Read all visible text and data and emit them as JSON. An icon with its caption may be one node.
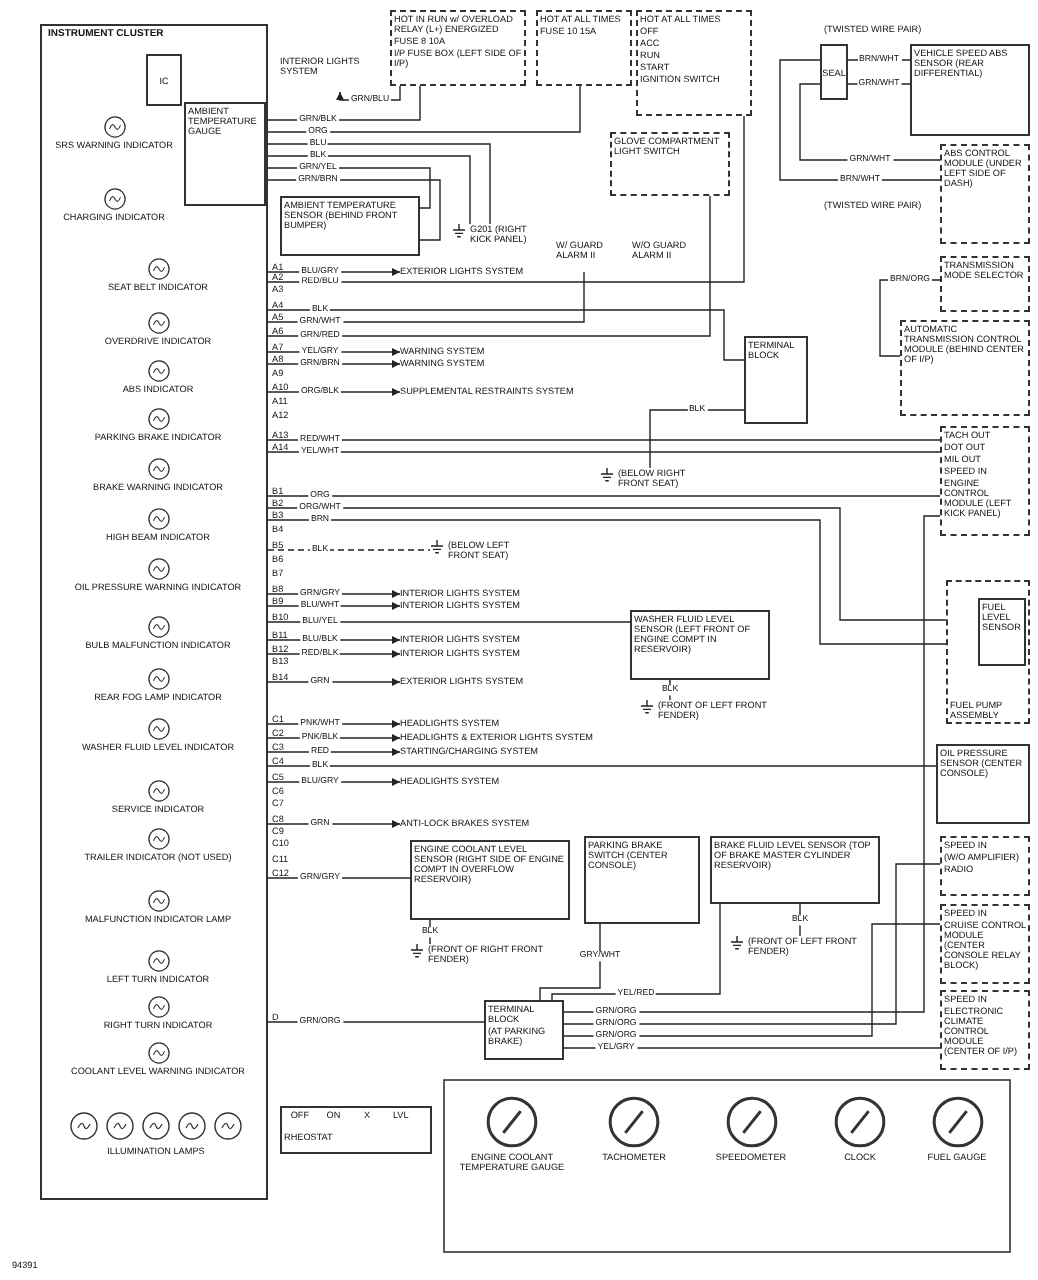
{
  "diagram": {
    "nodes": [
      {
        "text": [
          "INSTRUMENT CLUSTER"
        ]
      },
      {
        "text": [
          "IC"
        ],
        "in": 0
      },
      {
        "text": [
          "SRS WARNING INDICATOR"
        ],
        "in": 0
      },
      {
        "text": [
          "CHARGING INDICATOR"
        ],
        "in": 0
      },
      {
        "text": [
          "AMBIENT TEMPERATURE GAUGE"
        ],
        "in": 0
      },
      {
        "text": [
          "SEAT BELT INDICATOR"
        ],
        "in": 0
      },
      {
        "text": [
          "OVERDRIVE INDICATOR"
        ],
        "in": 0
      },
      {
        "text": [
          "ABS INDICATOR"
        ],
        "in": 0
      },
      {
        "text": [
          "PARKING BRAKE INDICATOR"
        ],
        "in": 0
      },
      {
        "text": [
          "BRAKE WARNING INDICATOR"
        ],
        "in": 0
      },
      {
        "text": [
          "HIGH BEAM INDICATOR"
        ],
        "in": 0
      },
      {
        "text": [
          "OIL PRESSURE WARNING INDICATOR"
        ],
        "in": 0
      },
      {
        "text": [
          "BULB MALFUNCTION INDICATOR"
        ],
        "in": 0
      },
      {
        "text": [
          "REAR FOG LAMP INDICATOR"
        ],
        "in": 0
      },
      {
        "text": [
          "WASHER FLUID LEVEL INDICATOR"
        ],
        "in": 0
      },
      {
        "text": [
          "SERVICE INDICATOR"
        ],
        "in": 0
      },
      {
        "text": [
          "TRAILER INDICATOR (NOT USED)"
        ],
        "in": 0
      },
      {
        "text": [
          "MALFUNCTION INDICATOR LAMP"
        ],
        "in": 0
      },
      {
        "text": [
          "LEFT TURN INDICATOR"
        ],
        "in": 0
      },
      {
        "text": [
          "RIGHT TURN INDICATOR"
        ],
        "in": 0
      },
      {
        "text": [
          "COOLANT LEVEL WARNING INDICATOR"
        ],
        "in": 0
      },
      {
        "text": [
          "ILLUMINATION LAMPS"
        ],
        "in": 0
      },
      {
        "text": [
          "OFF",
          "ON",
          "X",
          "LVL",
          "RHEOSTAT"
        ]
      },
      {
        "text": [
          "HOT IN RUN w/ OVERLOAD RELAY (L+) ENERGIZED",
          "FUSE 8 10A",
          "I/P FUSE BOX (LEFT SIDE OF I/P)"
        ]
      },
      {
        "text": [
          "HOT AT ALL TIMES",
          "FUSE 10 15A"
        ]
      },
      {
        "text": [
          "HOT AT ALL TIMES",
          "OFF",
          "ACC",
          "RUN",
          "START",
          "IGNITION SWITCH"
        ]
      },
      {
        "text": [
          "INTERIOR LIGHTS SYSTEM"
        ]
      },
      {
        "text": [
          "AMBIENT TEMPERATURE SENSOR (BEHIND FRONT BUMPER)"
        ]
      },
      {
        "text": [
          "G201 (RIGHT KICK PANEL)"
        ]
      },
      {
        "text": [
          "GLOVE COMPARTMENT LIGHT SWITCH"
        ]
      },
      {
        "text": [
          "W/ GUARD ALARM II"
        ]
      },
      {
        "text": [
          "W/O GUARD ALARM II"
        ]
      },
      {
        "text": [
          "SEAL"
        ]
      },
      {
        "text": [
          "VEHICLE SPEED ABS SENSOR (REAR DIFFERENTIAL)"
        ]
      },
      {
        "text": [
          "ABS CONTROL MODULE (UNDER LEFT SIDE OF DASH)"
        ]
      },
      {
        "text": [
          "TRANSMISSION MODE SELECTOR"
        ]
      },
      {
        "text": [
          "AUTOMATIC TRANSMISSION CONTROL MODULE (BEHIND CENTER OF I/P)"
        ]
      },
      {
        "text": [
          "TERMINAL BLOCK"
        ]
      },
      {
        "text": [
          "(BELOW RIGHT FRONT SEAT)"
        ]
      },
      {
        "text": [
          "TACH OUT",
          "DOT OUT",
          "MIL OUT",
          "SPEED IN",
          "ENGINE CONTROL MODULE (LEFT KICK PANEL)"
        ]
      },
      {
        "text": [
          "WASHER FLUID LEVEL SENSOR (LEFT FRONT OF ENGINE COMPT IN RESERVOIR)"
        ]
      },
      {
        "text": [
          "(FRONT OF LEFT FRONT FENDER)"
        ]
      },
      {
        "text": [
          "FUEL PUMP ASSEMBLY"
        ]
      },
      {
        "text": [
          "FUEL LEVEL SENSOR"
        ],
        "in": 42
      },
      {
        "text": [
          "OIL PRESSURE SENSOR (CENTER CONSOLE)"
        ]
      },
      {
        "text": [
          "SPEED IN",
          "(W/O AMPLIFIER)",
          "RADIO"
        ]
      },
      {
        "text": [
          "SPEED IN",
          "CRUISE CONTROL MODULE (CENTER CONSOLE RELAY BLOCK)"
        ]
      },
      {
        "text": [
          "SPEED IN",
          "ELECTRONIC CLIMATE CONTROL MODULE (CENTER OF I/P)"
        ]
      },
      {
        "text": [
          "ENGINE COOLANT LEVEL SENSOR (RIGHT SIDE OF ENGINE COMPT IN OVERFLOW RESERVOIR)"
        ]
      },
      {
        "text": [
          "PARKING BRAKE SWITCH (CENTER CONSOLE)"
        ]
      },
      {
        "text": [
          "BRAKE FLUID LEVEL SENSOR (TOP OF BRAKE MASTER CYLINDER RESERVOIR)"
        ]
      },
      {
        "text": [
          "(FRONT OF RIGHT FRONT FENDER)"
        ]
      },
      {
        "text": [
          "(FRONT OF LEFT FRONT FENDER)"
        ]
      },
      {
        "text": [
          "TERMINAL BLOCK",
          "(AT PARKING BRAKE)"
        ]
      },
      {
        "text": [
          "(BELOW LEFT FRONT SEAT)"
        ]
      },
      {
        "text": [
          "ENGINE COOLANT TEMPERATURE GAUGE"
        ]
      },
      {
        "text": [
          "TACHOMETER"
        ]
      },
      {
        "text": [
          "SPEEDOMETER"
        ]
      },
      {
        "text": [
          "CLOCK"
        ]
      },
      {
        "text": [
          "FUEL GAUGE"
        ]
      },
      {
        "text": [
          "EXTERIOR LIGHTS SYSTEM"
        ]
      },
      {
        "text": [
          "WARNING SYSTEM"
        ]
      },
      {
        "text": [
          "WARNING SYSTEM"
        ]
      },
      {
        "text": [
          "SUPPLEMENTAL RESTRAINTS SYSTEM"
        ]
      },
      {
        "text": [
          "INTERIOR LIGHTS SYSTEM"
        ]
      },
      {
        "text": [
          "INTERIOR LIGHTS SYSTEM"
        ]
      },
      {
        "text": [
          "INTERIOR LIGHTS SYSTEM"
        ]
      },
      {
        "text": [
          "INTERIOR LIGHTS SYSTEM"
        ]
      },
      {
        "text": [
          "EXTERIOR LIGHTS SYSTEM"
        ]
      },
      {
        "text": [
          "HEADLIGHTS SYSTEM"
        ]
      },
      {
        "text": [
          "HEADLIGHTS & EXTERIOR LIGHTS SYSTEM"
        ]
      },
      {
        "text": [
          "STARTING/CHARGING SYSTEM"
        ]
      },
      {
        "text": [
          "HEADLIGHTS SYSTEM"
        ]
      },
      {
        "text": [
          "ANTI-LOCK BRAKES SYSTEM"
        ]
      }
    ],
    "edges": [
      {
        "from": 4,
        "to": 23,
        "arrow": "none",
        "label": "GRN/BLK"
      },
      {
        "from": 23,
        "to": 26,
        "arrow": "to",
        "label": "GRN/BLU"
      },
      {
        "from": 4,
        "to": 24,
        "arrow": "none",
        "label": "ORG"
      },
      {
        "from": 4,
        "to": 28,
        "arrow": "none",
        "label": "BLU"
      },
      {
        "from": 4,
        "to": 28,
        "arrow": "none",
        "label": "BLK"
      },
      {
        "from": 4,
        "to": 27,
        "arrow": "none",
        "label": "GRN/YEL"
      },
      {
        "from": 4,
        "to": 27,
        "arrow": "none",
        "label": "GRN/BRN"
      },
      {
        "from": 0,
        "to": 25,
        "arrow": "none",
        "label": "RED/BLU"
      },
      {
        "from": 0,
        "to": 60,
        "arrow": "to",
        "label": "BLU/GRY"
      },
      {
        "from": 0,
        "to": 37,
        "arrow": "none",
        "label": "BLK"
      },
      {
        "from": 0,
        "to": 30,
        "arrow": "none",
        "label": "GRN/WHT"
      },
      {
        "from": 0,
        "to": 29,
        "arrow": "none",
        "label": "GRN/RED"
      },
      {
        "from": 0,
        "to": 61,
        "arrow": "to",
        "label": "YEL/GRY"
      },
      {
        "from": 0,
        "to": 62,
        "arrow": "to",
        "label": "GRN/BRN"
      },
      {
        "from": 0,
        "to": 63,
        "arrow": "to",
        "label": "ORG/BLK"
      },
      {
        "from": 0,
        "to": 39,
        "arrow": "none",
        "label": "RED/WHT"
      },
      {
        "from": 0,
        "to": 39,
        "arrow": "none",
        "label": "YEL/WHT"
      },
      {
        "from": 0,
        "to": 39,
        "arrow": "none",
        "label": "ORG"
      },
      {
        "from": 0,
        "to": 43,
        "arrow": "none",
        "label": "ORG/WHT"
      },
      {
        "from": 0,
        "to": 43,
        "arrow": "none",
        "label": "BRN"
      },
      {
        "from": 53,
        "to": 39,
        "arrow": "none",
        "label": "GRN/ORG"
      },
      {
        "from": 0,
        "to": 54,
        "arrow": "none",
        "label": "BLK",
        "style": "dashed"
      },
      {
        "from": 0,
        "to": 64,
        "arrow": "to",
        "label": "GRN/GRY"
      },
      {
        "from": 0,
        "to": 65,
        "arrow": "to",
        "label": "BLU/WHT"
      },
      {
        "from": 0,
        "to": 40,
        "arrow": "none",
        "label": "BLU/YEL"
      },
      {
        "from": 0,
        "to": 66,
        "arrow": "to",
        "label": "BLU/BLK"
      },
      {
        "from": 0,
        "to": 67,
        "arrow": "to",
        "label": "RED/BLK"
      },
      {
        "from": 0,
        "to": 68,
        "arrow": "to",
        "label": "GRN"
      },
      {
        "from": 40,
        "to": 41,
        "arrow": "none",
        "label": "BLK"
      },
      {
        "from": 0,
        "to": 69,
        "arrow": "to",
        "label": "PNK/WHT"
      },
      {
        "from": 0,
        "to": 70,
        "arrow": "to",
        "label": "PNK/BLK"
      },
      {
        "from": 0,
        "to": 71,
        "arrow": "to",
        "label": "RED"
      },
      {
        "from": 0,
        "to": 44,
        "arrow": "none",
        "label": "BLK"
      },
      {
        "from": 0,
        "to": 72,
        "arrow": "to",
        "label": "BLU/GRY"
      },
      {
        "from": 0,
        "to": 73,
        "arrow": "to",
        "label": "GRN"
      },
      {
        "from": 0,
        "to": 48,
        "arrow": "none",
        "label": "GRN/GRY"
      },
      {
        "from": 48,
        "to": 51,
        "arrow": "none",
        "label": "BLK"
      },
      {
        "from": 0,
        "to": 53,
        "arrow": "none",
        "label": "GRN/ORG"
      },
      {
        "from": 53,
        "to": 45,
        "arrow": "none",
        "label": "GRN/ORG"
      },
      {
        "from": 53,
        "to": 46,
        "arrow": "none",
        "label": "GRN/ORG"
      },
      {
        "from": 53,
        "to": 47,
        "arrow": "none",
        "label": "YEL/GRY"
      },
      {
        "from": 49,
        "to": 53,
        "arrow": "none",
        "label": "GRY/WHT"
      },
      {
        "from": 50,
        "to": 53,
        "arrow": "none",
        "label": "YEL/RED"
      },
      {
        "from": 50,
        "to": 52,
        "arrow": "none",
        "label": "BLK"
      },
      {
        "from": 33,
        "to": 32,
        "arrow": "none",
        "label": "BRN/WHT"
      },
      {
        "from": 33,
        "to": 32,
        "arrow": "none",
        "label": "GRN/WHT"
      },
      {
        "from": 32,
        "to": 34,
        "arrow": "none",
        "label": "BRN/WHT"
      },
      {
        "from": 32,
        "to": 34,
        "arrow": "none",
        "label": "GRN/WHT"
      },
      {
        "from": 35,
        "to": 36,
        "arrow": "none",
        "label": "BRN/ORG"
      },
      {
        "from": 37,
        "to": 38,
        "arrow": "none",
        "label": "BLK"
      }
    ],
    "labels": [
      "(TWISTED WIRE PAIR)",
      "(TWISTED WIRE PAIR)",
      "A1",
      "A2",
      "A3",
      "A4",
      "A5",
      "A6",
      "A7",
      "A8",
      "A9",
      "A10",
      "A11",
      "A12",
      "A13",
      "A14",
      "B1",
      "B2",
      "B3",
      "B4",
      "B5",
      "B6",
      "B7",
      "B8",
      "B9",
      "B10",
      "B11",
      "B12",
      "B13",
      "B14",
      "C1",
      "C2",
      "C3",
      "C4",
      "C5",
      "C6",
      "C7",
      "C8",
      "C9",
      "C10",
      "C11",
      "C12",
      "D",
      "94391"
    ]
  }
}
